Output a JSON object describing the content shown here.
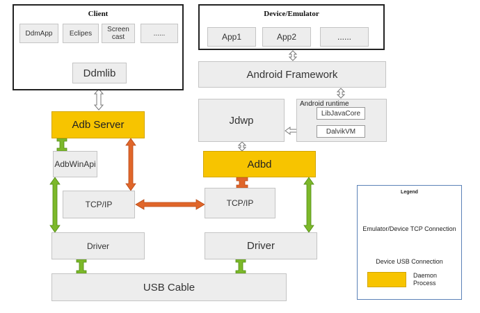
{
  "client": {
    "title": "Client",
    "apps": [
      "DdmApp",
      "Eclipes",
      "Screen\ncast",
      "......"
    ],
    "ddmlib": "Ddmlib"
  },
  "device": {
    "title": "Device/Emulator",
    "apps": [
      "App1",
      "App2",
      "......"
    ],
    "framework": "Android Framework",
    "jdwp": "Jdwp",
    "runtime": {
      "title": "Android runtime",
      "libjavacore": "LibJavaCore",
      "dalvikvm": "DalvikVM"
    }
  },
  "host_stack": {
    "adb_server": "Adb Server",
    "adbwinapi": "AdbWinApi",
    "tcpip": "TCP/IP",
    "driver": "Driver"
  },
  "device_stack": {
    "adbd": "Adbd",
    "tcpip": "TCP/IP",
    "driver": "Driver"
  },
  "usb_cable": "USB Cable",
  "legend": {
    "title": "Legend",
    "tcp_label": "Emulator/Device TCP Connection",
    "usb_label": "Device USB Connection",
    "daemon_label": "Daemon\nProcess"
  },
  "colors": {
    "daemon": "#f7c400",
    "tcp_arrow": "#e0662a",
    "usb_arrow": "#7cb82a",
    "box_fill": "#ededed"
  }
}
